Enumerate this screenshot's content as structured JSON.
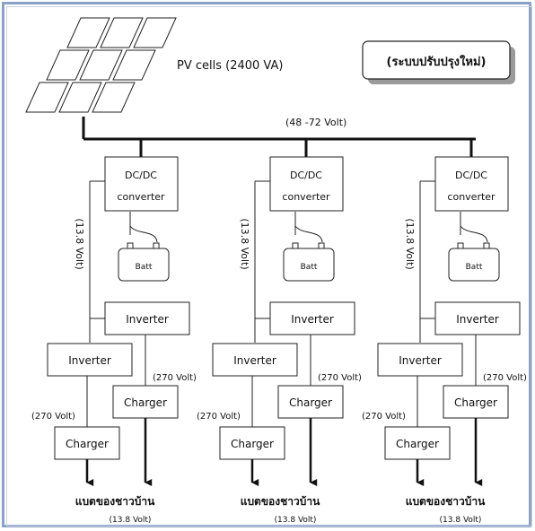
{
  "diagram": {
    "pv_label": "PV cells (2400 VA)",
    "system_title": "(ระบบปรับปรุงใหม่)",
    "bus_voltage": "(48 -72 Volt)",
    "colors": {
      "frame": "#8ba2c8",
      "line": "#111111",
      "accent_shadow": "#9a9a9a"
    },
    "branches": [
      {
        "dcdc_line1": "DC/DC",
        "dcdc_line2": "converter",
        "batt": "Batt",
        "vertical_voltage": "(13.8 Volt)",
        "inverter_upper": "Inverter",
        "inverter_lower": "Inverter",
        "charger_left": "Charger",
        "charger_right": "Charger",
        "voltage_left": "(270 Volt)",
        "voltage_right": "(270 Volt)",
        "output_label": "แบตของชาวบ้าน",
        "output_voltage": "(13.8 Volt)"
      },
      {
        "dcdc_line1": "DC/DC",
        "dcdc_line2": "converter",
        "batt": "Batt",
        "vertical_voltage": "(13.8 Volt)",
        "inverter_upper": "Inverter",
        "inverter_lower": "Inverter",
        "charger_left": "Charger",
        "charger_right": "Charger",
        "voltage_left": "(270 Volt)",
        "voltage_right": "(270 Volt)",
        "output_label": "แบตของชาวบ้าน",
        "output_voltage": "(13.8 Volt)"
      },
      {
        "dcdc_line1": "DC/DC",
        "dcdc_line2": "converter",
        "batt": "Batt",
        "vertical_voltage": "(13.8 Volt)",
        "inverter_upper": "Inverter",
        "inverter_lower": "Inverter",
        "charger_left": "Charger",
        "charger_right": "Charger",
        "voltage_left": "(270 Volt)",
        "voltage_right": "(270 Volt)",
        "output_label": "แบตของชาวบ้าน",
        "output_voltage": "(13.8 Volt)"
      }
    ]
  }
}
